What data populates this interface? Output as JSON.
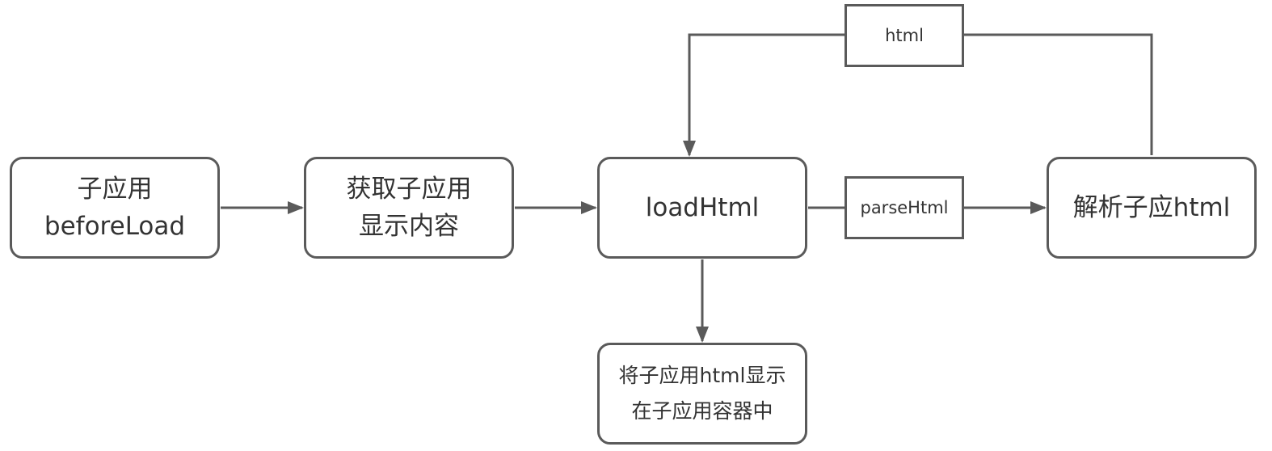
{
  "diagram": {
    "nodes": {
      "before_load": {
        "line1": "子应用",
        "line2": "beforeLoad"
      },
      "fetch": {
        "line1": "获取子应用",
        "line2": "显示内容"
      },
      "load_html": {
        "line1": "loadHtml"
      },
      "parse": {
        "line1": "解析子应html"
      },
      "display": {
        "line1": "将子应用html显示",
        "line2": "在子应用容器中"
      }
    },
    "edge_labels": {
      "html": "html",
      "parse_html": "parseHtml"
    },
    "colors": {
      "stroke": "#5a5a5a",
      "text": "#333333",
      "background": "#ffffff"
    }
  }
}
